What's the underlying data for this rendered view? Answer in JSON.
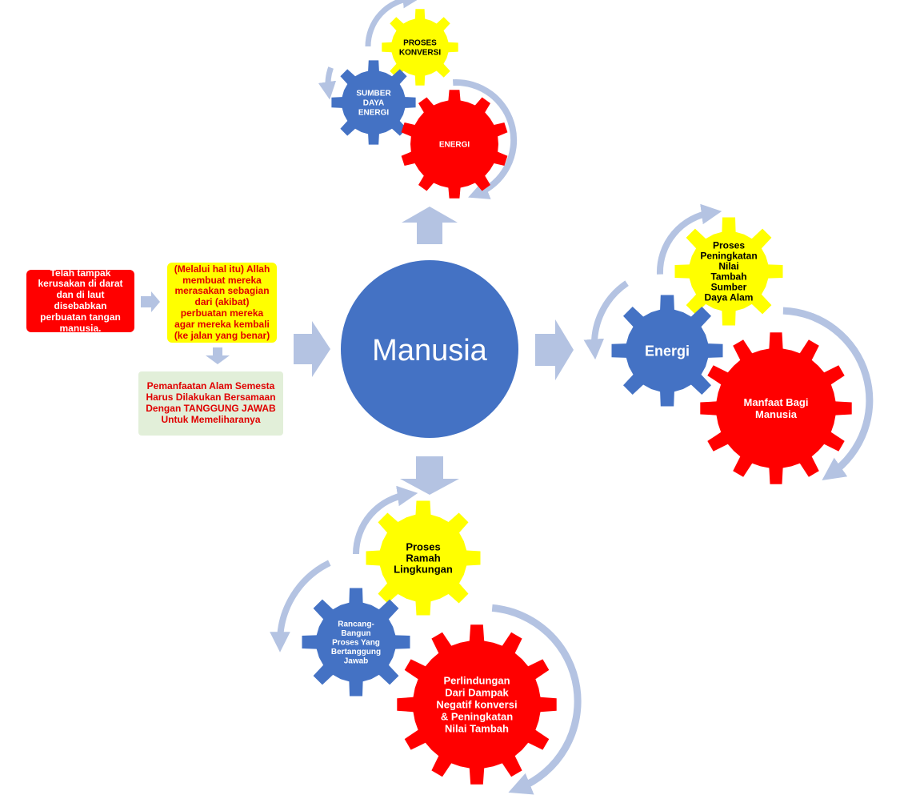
{
  "center": {
    "label": "Manusia",
    "color": "#4472c4"
  },
  "left_flow": {
    "box_red": "Telah tampak\nkerusakan di darat\ndan di laut\ndisebabkan\nperbuatan tangan\nmanusia.",
    "box_yellow": "(Melalui hal itu) Allah\nmembuat mereka\nmerasakan sebagian\ndari (akibat)\nperbuatan mereka\nagar mereka kembali\n(ke jalan yang benar)",
    "box_green": "Pemanfaatan Alam Semesta\nHarus Dilakukan Bersamaan\nDengan TANGGUNG JAWAB\nUntuk Memeliharanya"
  },
  "top_cluster": {
    "yellow_gear": [
      "PROSES",
      "KONVERSI"
    ],
    "blue_gear": [
      "SUMBER",
      "DAYA",
      "ENERGI"
    ],
    "red_gear": [
      "ENERGI"
    ]
  },
  "right_cluster": {
    "yellow_gear": [
      "Proses",
      "Peningkatan",
      "Nilai",
      "Tambah",
      "Sumber",
      "Daya Alam"
    ],
    "blue_gear": [
      "Energi"
    ],
    "red_gear": [
      "Manfaat Bagi",
      "Manusia"
    ]
  },
  "bottom_cluster": {
    "yellow_gear": [
      "Proses",
      "Ramah",
      "Lingkungan"
    ],
    "blue_gear": [
      "Rancang-",
      "Bangun",
      "Proses Yang",
      "Bertanggung",
      "Jawab"
    ],
    "red_gear": [
      "Perlindungan",
      "Dari Dampak",
      "Negatif konversi",
      "& Peningkatan",
      "Nilai Tambah"
    ]
  },
  "colors": {
    "red": "#ff0000",
    "yellow": "#ffff00",
    "blue": "#4472c4",
    "arrow": "#b4c3e2",
    "green_box": "#e2efd9",
    "red_text": "#e00000"
  }
}
